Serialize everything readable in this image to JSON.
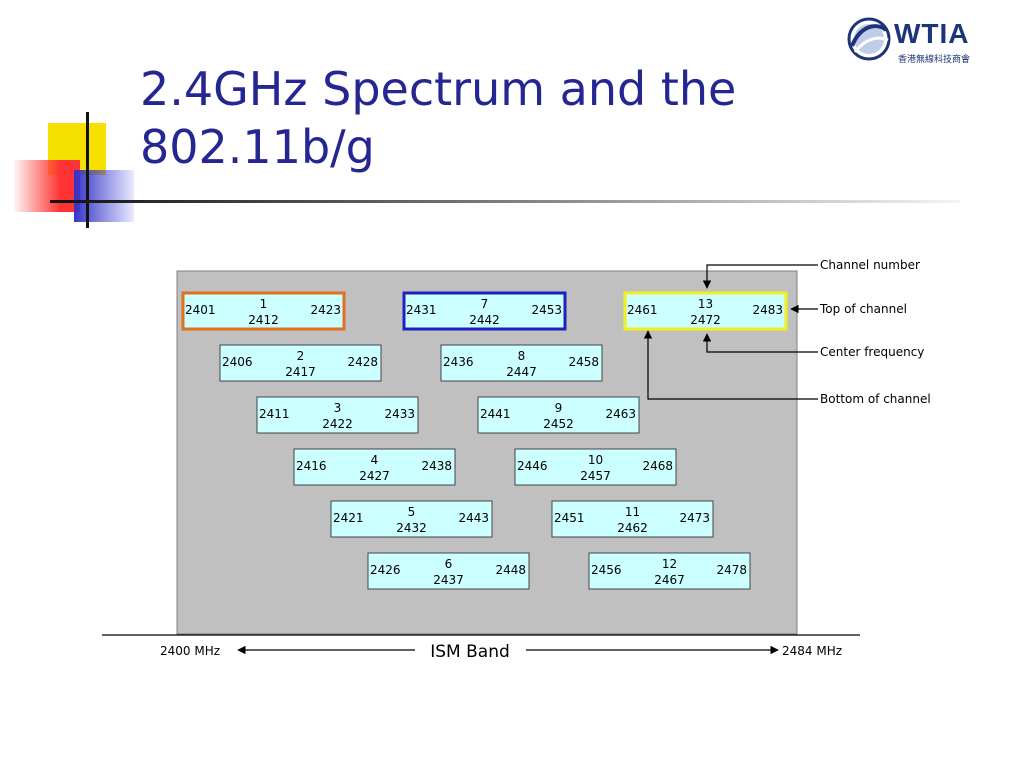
{
  "title": {
    "line1": "2.4GHz Spectrum and the",
    "line2": "802.11b/g"
  },
  "logo": {
    "name": "WTIA",
    "subtitle": "香港無線科技商會",
    "icon": "swoosh-globe-icon",
    "color": "#1e3478"
  },
  "colors": {
    "title": "#262693",
    "band_background": "#c0c0c0",
    "channel_fill": "#ccffff",
    "channel1_border": "#e07020",
    "channel7_border": "#2020c0",
    "channel13_border": "#f0f020"
  },
  "channels": [
    {
      "number": "1",
      "bottom": "2401",
      "center": "2412",
      "top": "2423"
    },
    {
      "number": "2",
      "bottom": "2406",
      "center": "2417",
      "top": "2428"
    },
    {
      "number": "3",
      "bottom": "2411",
      "center": "2422",
      "top": "2433"
    },
    {
      "number": "4",
      "bottom": "2416",
      "center": "2427",
      "top": "2438"
    },
    {
      "number": "5",
      "bottom": "2421",
      "center": "2432",
      "top": "2443"
    },
    {
      "number": "6",
      "bottom": "2426",
      "center": "2437",
      "top": "2448"
    },
    {
      "number": "7",
      "bottom": "2431",
      "center": "2442",
      "top": "2453"
    },
    {
      "number": "8",
      "bottom": "2436",
      "center": "2447",
      "top": "2458"
    },
    {
      "number": "9",
      "bottom": "2441",
      "center": "2452",
      "top": "2463"
    },
    {
      "number": "10",
      "bottom": "2446",
      "center": "2457",
      "top": "2468"
    },
    {
      "number": "11",
      "bottom": "2451",
      "center": "2462",
      "top": "2473"
    },
    {
      "number": "12",
      "bottom": "2456",
      "center": "2467",
      "top": "2478"
    },
    {
      "number": "13",
      "bottom": "2461",
      "center": "2472",
      "top": "2483"
    }
  ],
  "legend": {
    "channel_number": "Channel number",
    "top_of_channel": "Top of channel",
    "center_frequency": "Center frequency",
    "bottom_of_channel": "Bottom of channel"
  },
  "axis": {
    "left": "2400 MHz",
    "center": "ISM Band",
    "right": "2484 MHz"
  }
}
